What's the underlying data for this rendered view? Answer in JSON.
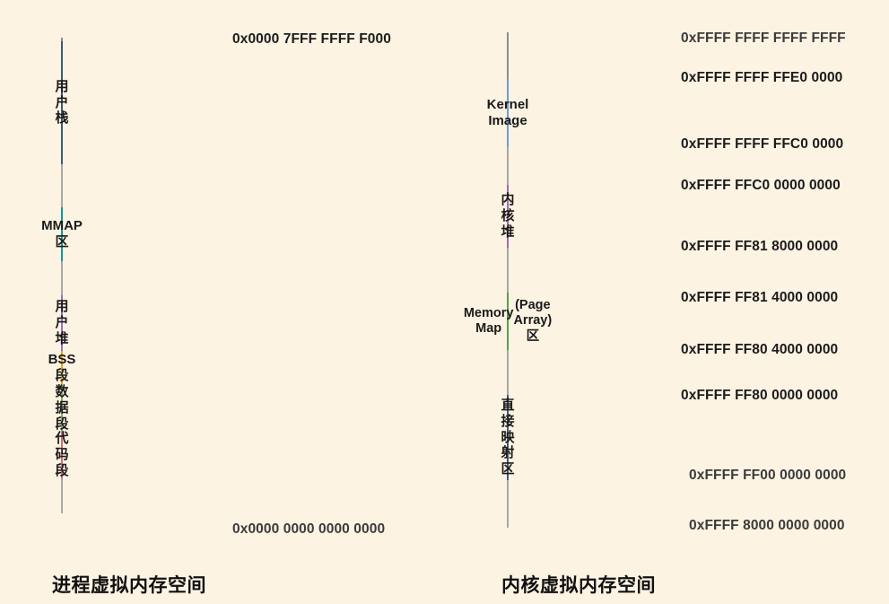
{
  "background_color": "#fdf3e3",
  "diagram": {
    "title_left": "进程虚拟内存空间",
    "title_right": "内核虚拟内存空间"
  },
  "process_space": {
    "caption": "进程虚拟内存空间",
    "top_address": "0x0000 7FFF FFFF F000",
    "bottom_address": "0x0000 0000 0000 0000",
    "blocks": [
      {
        "label": "",
        "fill": "#f2f2f2",
        "stroke": "#8c8c8c"
      },
      {
        "label": "用户栈",
        "fill": "#b8c6d4",
        "stroke": "#3d5a73"
      },
      {
        "label": "",
        "fill": "#f2f2f2",
        "stroke": "#a8a8a8"
      },
      {
        "label": "MMAP区",
        "fill": "#a9e2e2",
        "stroke": "#129a9a"
      },
      {
        "label": "",
        "fill": "#f2f2f2",
        "stroke": "#a8a8a8"
      },
      {
        "label": "用户堆",
        "fill": "#dcd0ec",
        "stroke": "#9b6fc4"
      },
      {
        "label": "BSS段",
        "fill": "#fde2bf",
        "stroke": "#e0a520"
      },
      {
        "label": "数据段",
        "fill": "#d4e9d0",
        "stroke": "#7fb071"
      },
      {
        "label": "代码段",
        "fill": "#f5ced2",
        "stroke": "#c9737c"
      },
      {
        "label": "",
        "fill": "#f2f2f2",
        "stroke": "#a8a8a8"
      }
    ]
  },
  "kernel_space": {
    "caption": "内核虚拟内存空间",
    "blocks": [
      {
        "label": "",
        "fill": "#f2f2f2",
        "stroke": "#8c8c8c"
      },
      {
        "label": "Kernel Image",
        "fill": "#d8e7f8",
        "stroke": "#6d9fd0"
      },
      {
        "label": "",
        "fill": "#f2f2f2",
        "stroke": "#a8a8a8"
      },
      {
        "label": "内核堆",
        "fill": "#e2d4e8",
        "stroke": "#9b6fae"
      },
      {
        "label": "",
        "fill": "#f2f2f2",
        "stroke": "#a8a8a8"
      },
      {
        "label": "Memory Map\n(Page Array)区",
        "fill": "gradient-green",
        "stroke": "#5a9e4e"
      },
      {
        "label": "",
        "fill": "#f2f2f2",
        "stroke": "#a8a8a8"
      },
      {
        "label": "直接映射区",
        "fill": "#b0c2d4",
        "stroke": "#3d6080"
      },
      {
        "label": "",
        "fill": "#f2f2f2",
        "stroke": "#a8a8a8"
      }
    ],
    "addresses": [
      "0xFFFF FFFF FFFF FFFF",
      "0xFFFF FFFF FFE0 0000",
      "0xFFFF FFFF FFC0 0000",
      "0xFFFF FFC0 0000 0000",
      "0xFFFF FF81 8000 0000",
      "0xFFFF FF81 4000 0000",
      "0xFFFF FF80 4000 0000",
      "0xFFFF FF80 0000 0000",
      "0xFFFF FF00 0000 0000",
      "0xFFFF 8000 0000 0000"
    ]
  }
}
